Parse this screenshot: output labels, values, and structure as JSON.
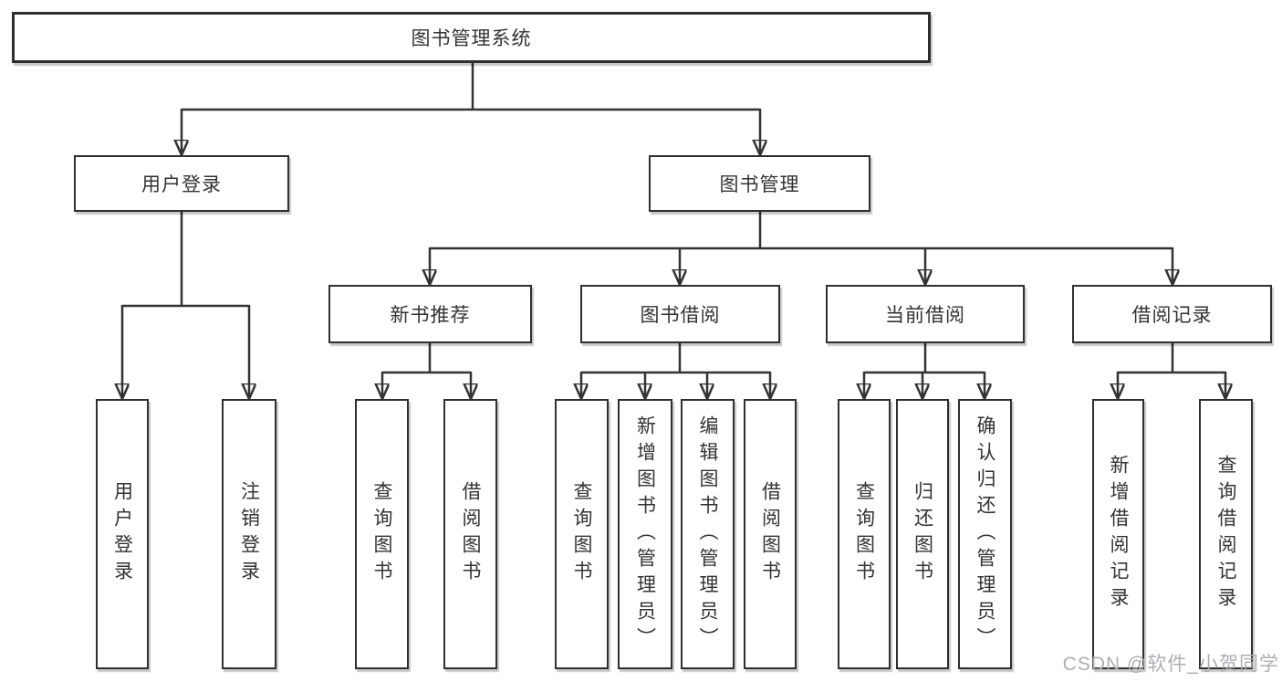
{
  "diagram": {
    "root": {
      "label": "图书管理系统",
      "children": [
        {
          "label": "用户登录",
          "children": [
            {
              "label": "用户登录"
            },
            {
              "label": "注销登录"
            }
          ]
        },
        {
          "label": "图书管理",
          "children": [
            {
              "label": "新书推荐",
              "children": [
                {
                  "label": "查询图书"
                },
                {
                  "label": "借阅图书"
                }
              ]
            },
            {
              "label": "图书借阅",
              "children": [
                {
                  "label": "查询图书"
                },
                {
                  "label": "新增图书（管理员）"
                },
                {
                  "label": "编辑图书（管理员）"
                },
                {
                  "label": "借阅图书"
                }
              ]
            },
            {
              "label": "当前借阅",
              "children": [
                {
                  "label": "查询图书"
                },
                {
                  "label": "归还图书"
                },
                {
                  "label": "确认归还（管理员）"
                }
              ]
            },
            {
              "label": "借阅记录",
              "children": [
                {
                  "label": "新增借阅记录"
                },
                {
                  "label": "查询借阅记录"
                }
              ]
            }
          ]
        }
      ]
    }
  },
  "watermark": {
    "text": "CSDN @软件_小贺同学",
    "color": "#aeaeb4"
  },
  "colors": {
    "background": "#ffffff",
    "line": "#333333",
    "box_border": "#2f2f2f",
    "box_fill": "#ffffff",
    "text": "#333333"
  }
}
